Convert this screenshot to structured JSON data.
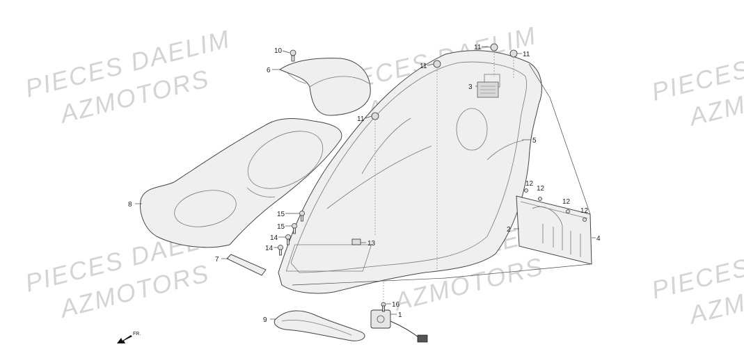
{
  "watermarks": [
    {
      "line1": "PIECES DAELIM",
      "line2": "AZMOTORS"
    },
    {
      "line1": "PIECES DAELIM",
      "line2": "AZMOTORS"
    },
    {
      "line1": "PIECES DAELIM",
      "line2": "AZMOTORS"
    },
    {
      "line1": "PIECES DAELIM",
      "line2": "AZMOTORS"
    },
    {
      "line1": "PIECES",
      "line2": "AZM"
    },
    {
      "line1": "PIECES",
      "line2": "AZM"
    }
  ],
  "callouts": [
    "10",
    "6",
    "11",
    "11",
    "11",
    "11",
    "3",
    "5",
    "8",
    "12",
    "12",
    "12",
    "12",
    "2",
    "4",
    "15",
    "15",
    "14",
    "14",
    "13",
    "7",
    "16",
    "1",
    "9"
  ],
  "direction": {
    "label": "FR."
  }
}
